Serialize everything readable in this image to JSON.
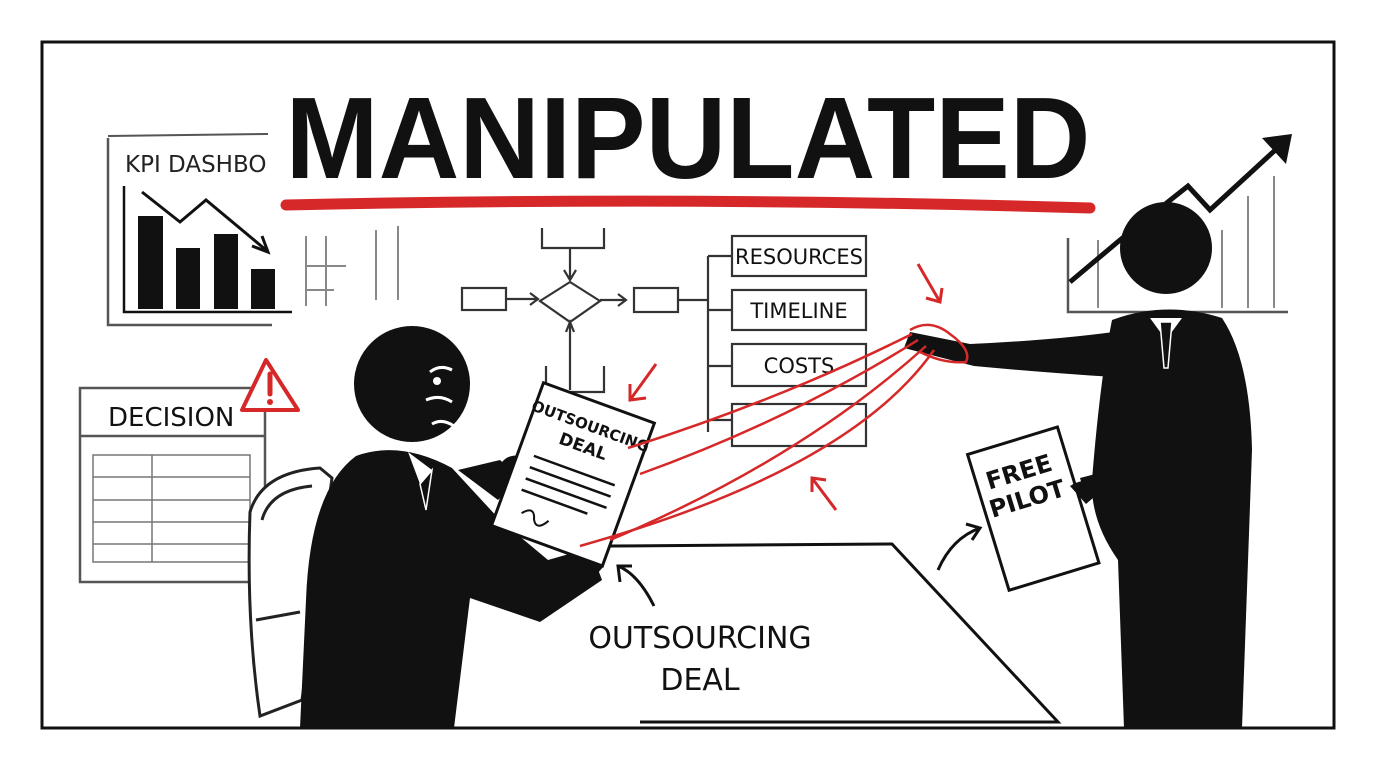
{
  "headline": "MANIPULATED",
  "kpi_panel": {
    "label": "KPI DASHBO"
  },
  "decision_panel": {
    "label": "DECISION"
  },
  "plan_boxes": [
    "RESOURCES",
    "TIMELINE",
    "COSTS"
  ],
  "seated_document": {
    "line1": "OUTSOURCING",
    "line2": "DEAL"
  },
  "standing_document": {
    "line1": "FREE",
    "line2": "PILOT"
  },
  "caption": {
    "line1": "OUTSOURCING",
    "line2": "DEAL"
  },
  "colors": {
    "ink": "#111111",
    "accent_red": "#d62828",
    "paper": "#ffffff",
    "sketch_gray": "#555555"
  },
  "icons": [
    "warning-icon",
    "flowchart-diamond",
    "rising-arrow-icon",
    "falling-arrow-icon"
  ]
}
